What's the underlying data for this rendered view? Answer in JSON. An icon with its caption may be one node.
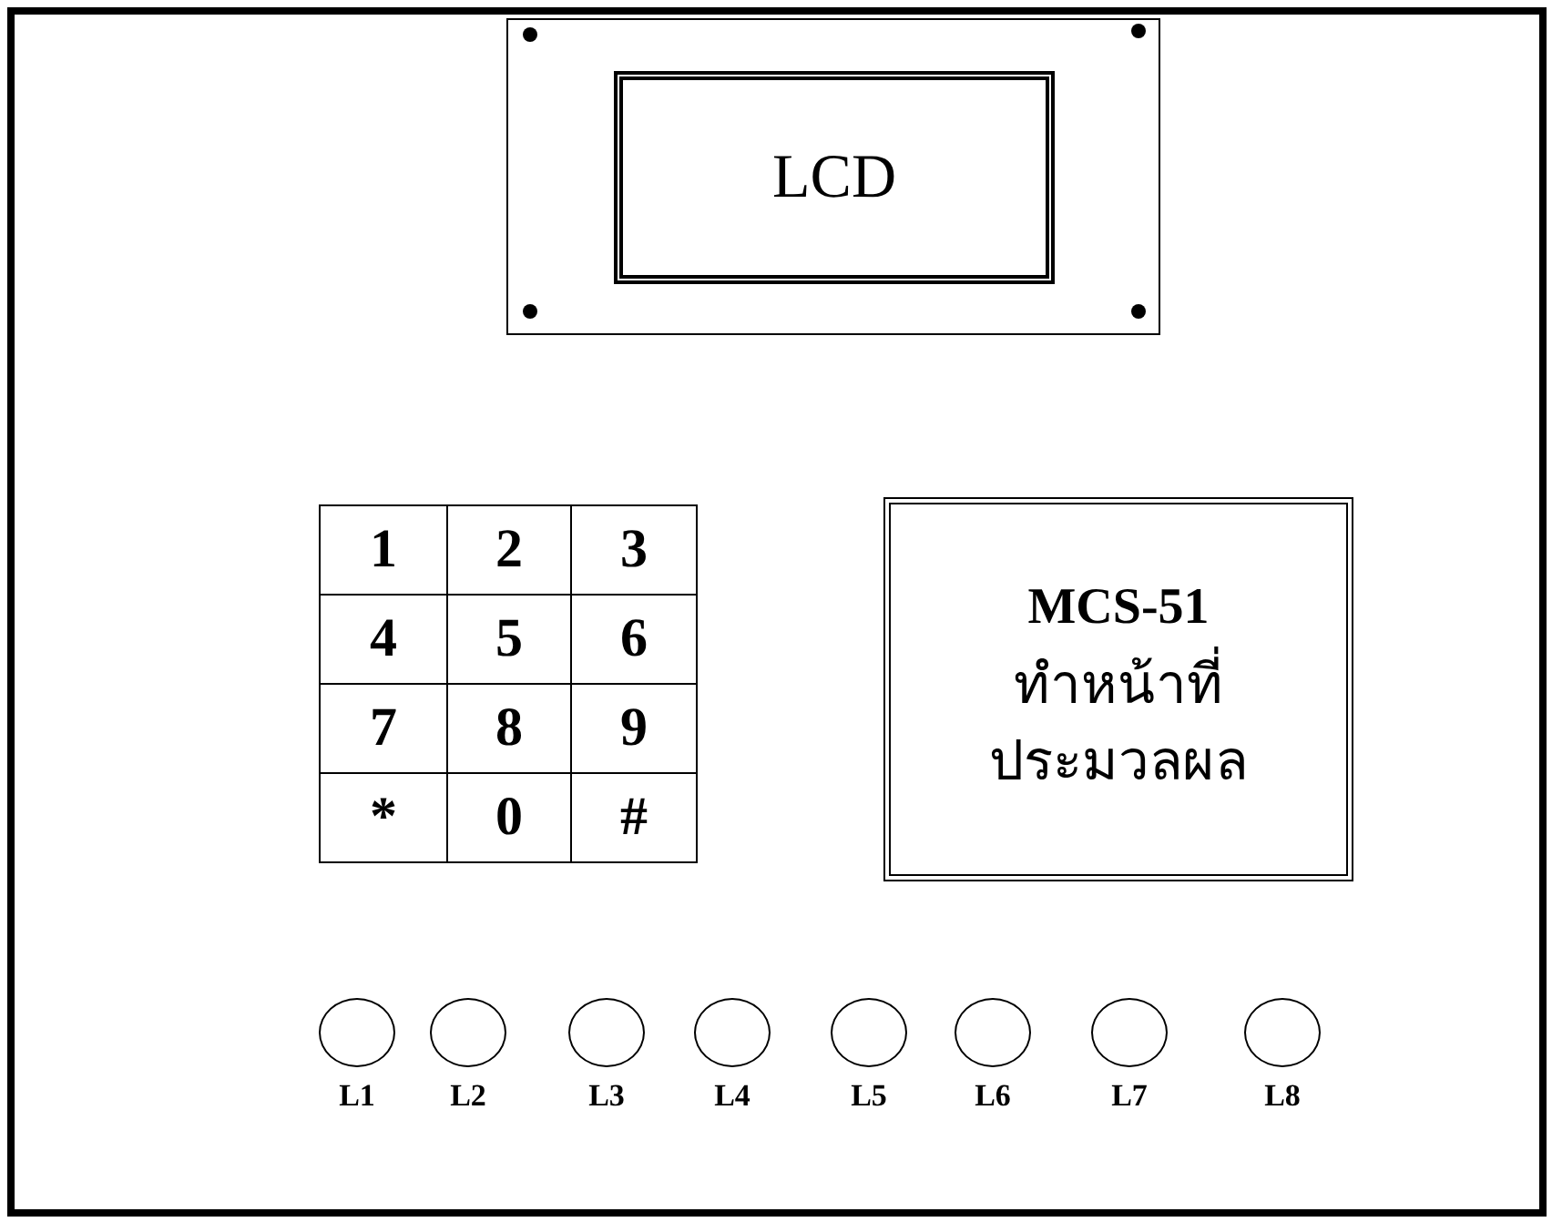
{
  "diagram": {
    "nodes": [
      {
        "text": [],
        "shape": "box"
      },
      {
        "text": [
          "LCD"
        ],
        "in": 0
      },
      {
        "text": [
          "1"
        ]
      },
      {
        "text": [
          "2"
        ]
      },
      {
        "text": [
          "3"
        ]
      },
      {
        "text": [
          "4"
        ]
      },
      {
        "text": [
          "5"
        ]
      },
      {
        "text": [
          "6"
        ]
      },
      {
        "text": [
          "7"
        ]
      },
      {
        "text": [
          "8"
        ]
      },
      {
        "text": [
          "9"
        ]
      },
      {
        "text": [
          "*"
        ]
      },
      {
        "text": [
          "0"
        ]
      },
      {
        "text": [
          "#"
        ]
      },
      {
        "text": [
          "MCS-51",
          "ทำหน้าที่ประมวลผล"
        ]
      },
      {
        "text": [],
        "shape": "circle",
        "beside": [
          "L1"
        ]
      },
      {
        "text": [],
        "shape": "circle",
        "beside": [
          "L2"
        ]
      },
      {
        "text": [],
        "shape": "circle",
        "beside": [
          "L3"
        ]
      },
      {
        "text": [],
        "shape": "circle",
        "beside": [
          "L4"
        ]
      },
      {
        "text": [],
        "shape": "circle",
        "beside": [
          "L5"
        ]
      },
      {
        "text": [],
        "shape": "circle",
        "beside": [
          "L6"
        ]
      },
      {
        "text": [],
        "shape": "circle",
        "beside": [
          "L7"
        ]
      },
      {
        "text": [],
        "shape": "circle",
        "beside": [
          "L8"
        ]
      }
    ]
  }
}
